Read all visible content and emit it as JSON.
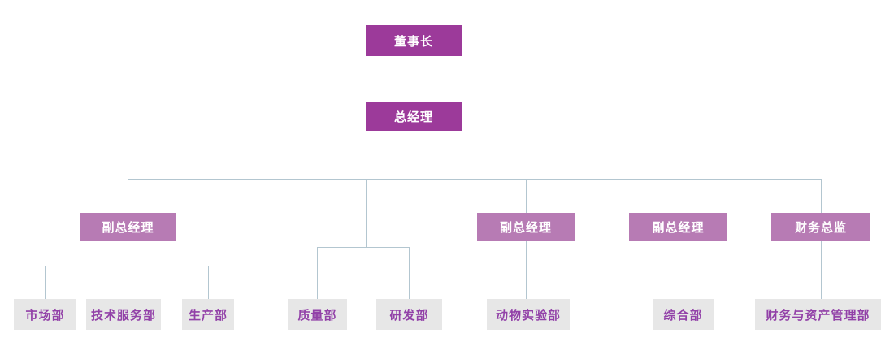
{
  "diagram": {
    "type": "org-chart",
    "nodes": {
      "chairman": "董事长",
      "general_manager": "总经理",
      "vgm1": "副总经理",
      "vgm2": "副总经理",
      "vgm3": "副总经理",
      "cfo": "财务总监",
      "dept_market": "市场部",
      "dept_tech_service": "技术服务部",
      "dept_production": "生产部",
      "dept_quality": "质量部",
      "dept_rnd": "研发部",
      "dept_animal_lab": "动物实验部",
      "dept_general": "综合部",
      "dept_finance_asset": "财务与资产管理部"
    },
    "hierarchy": {
      "董事长": [
        "总经理"
      ],
      "总经理": [
        "副总经理(1)",
        "质量部/研发部分支",
        "副总经理(2)",
        "副总经理(3)",
        "财务总监"
      ],
      "副总经理(1)": [
        "市场部",
        "技术服务部",
        "生产部"
      ],
      "副总经理(2)": [
        "动物实验部"
      ],
      "副总经理(3)": [
        "综合部"
      ],
      "财务总监": [
        "财务与资产管理部"
      ]
    },
    "colors": {
      "level1_bg": "#9c3a9a",
      "level2_bg": "#b77bb4",
      "leaf_bg": "#e7e7e7",
      "leaf_text": "#9241a8",
      "box_text": "#ffffff",
      "connector": "#b3c6d0"
    }
  }
}
